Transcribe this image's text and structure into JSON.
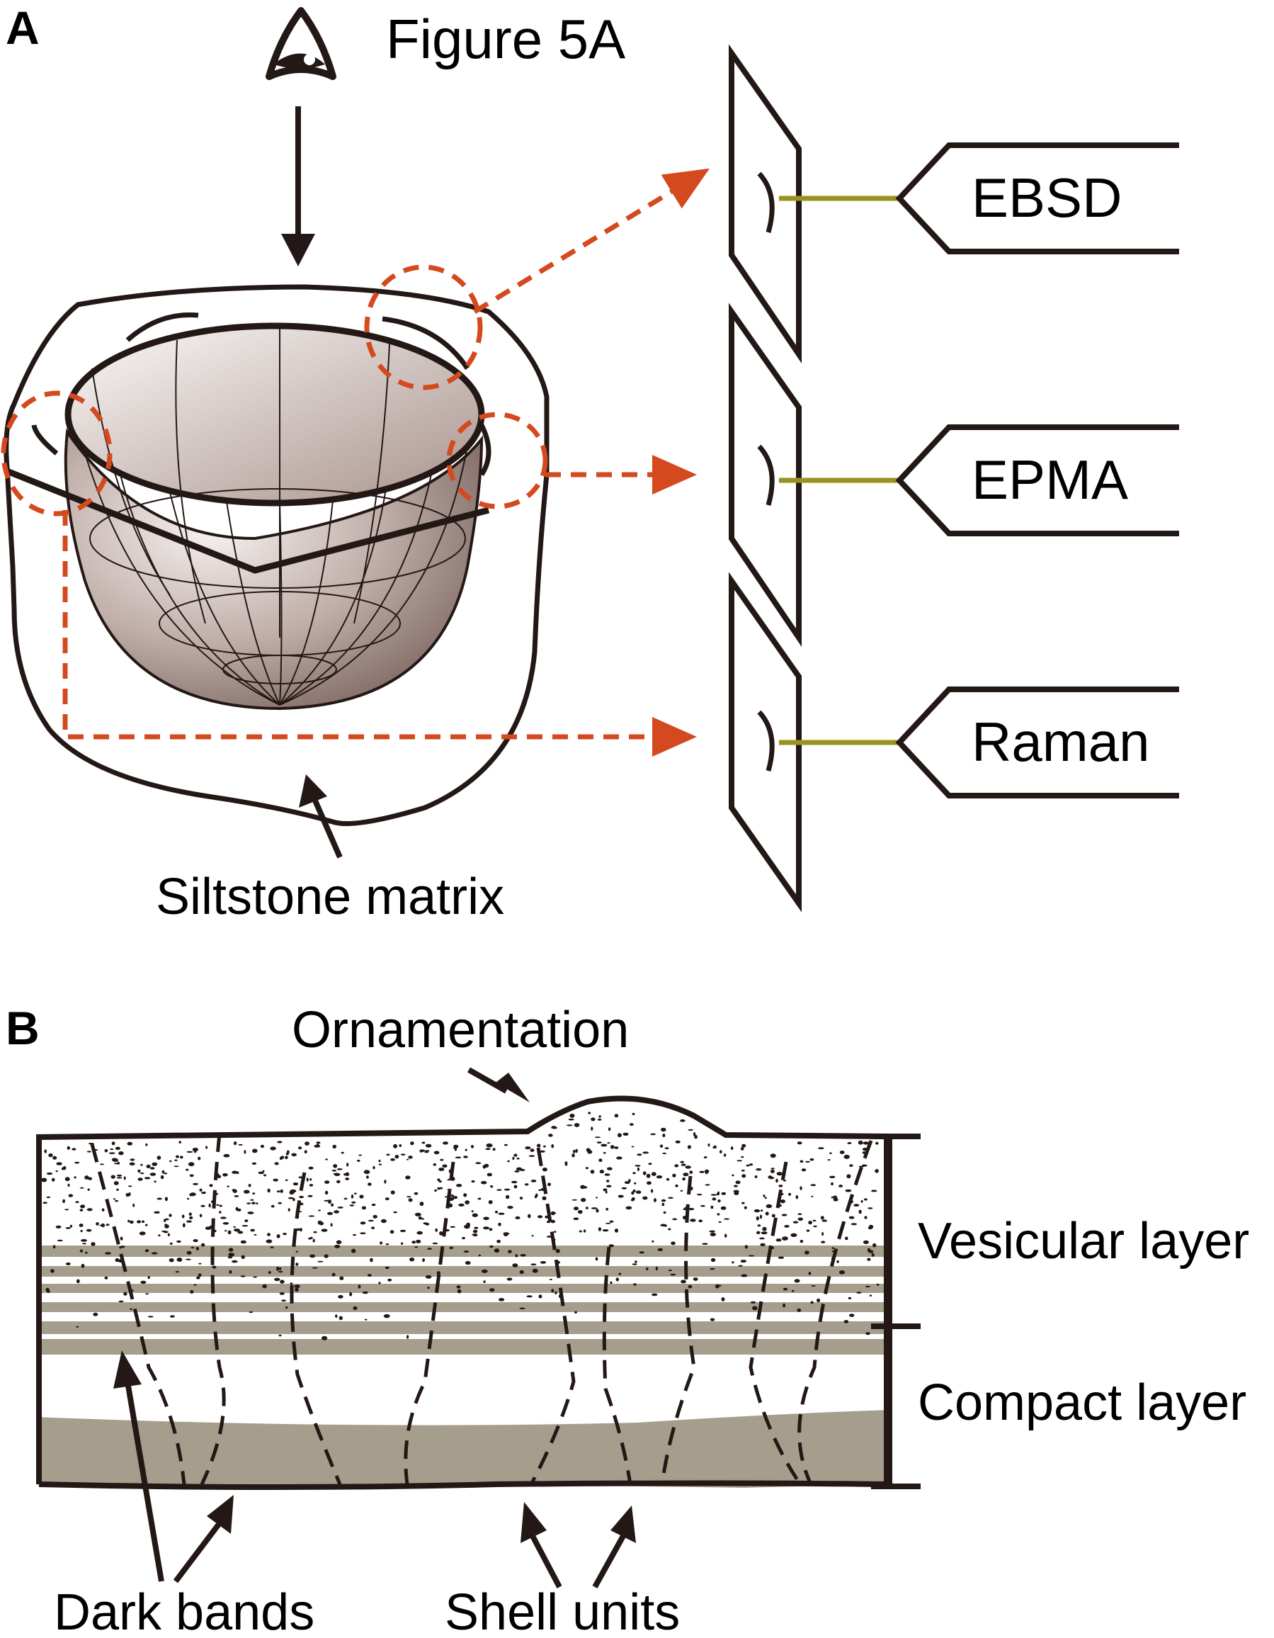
{
  "panel_a": {
    "letter": "A",
    "figure_ref": "Figure 5A",
    "techniques": [
      "EBSD",
      "EPMA",
      "Raman"
    ],
    "matrix_label": "Siltstone matrix"
  },
  "panel_b": {
    "letter": "B",
    "ornamentation_label": "Ornamentation",
    "layers": [
      "Vesicular layer",
      "Compact layer"
    ],
    "dark_bands_label": "Dark bands",
    "shell_units_label": "Shell units"
  },
  "colors": {
    "outline": "#231815",
    "dashed_arrow": "#d4491e",
    "connector": "#9a921e",
    "band_fill": "#a69e8d",
    "shell_gradient_light": "#f6f2f1",
    "shell_gradient_dark": "#7d6761"
  },
  "icons": [
    "eye-icon",
    "down-arrow-icon"
  ]
}
